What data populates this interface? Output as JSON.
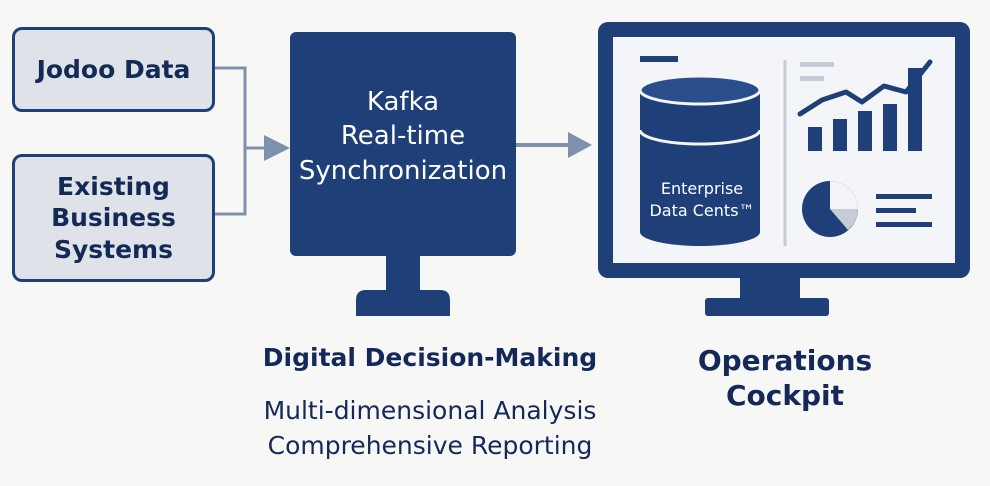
{
  "sources": {
    "jodoo": "Jodoo Data",
    "existing_lines": [
      "Existing",
      "Business",
      "Systems"
    ]
  },
  "kafka": {
    "lines": [
      "Kafka",
      "Real-time",
      "Synchronization"
    ]
  },
  "cockpit_screen": {
    "database_lines": [
      "Enterprise",
      "Data Cents™"
    ]
  },
  "captions": {
    "decision_title": "Digital Decision-Making",
    "decision_lines": [
      "Multi-dimensional Analysis",
      "Comprehensive Reporting"
    ],
    "cockpit_lines": [
      "Operations",
      "Cockpit"
    ]
  },
  "colors": {
    "navy": "#1e3f78",
    "text": "#14285a",
    "source_fill": "#dfe2e8",
    "connector": "#7f90ad",
    "screen_inner": "#f4f5f8",
    "light_gray": "#c6ccd6"
  }
}
